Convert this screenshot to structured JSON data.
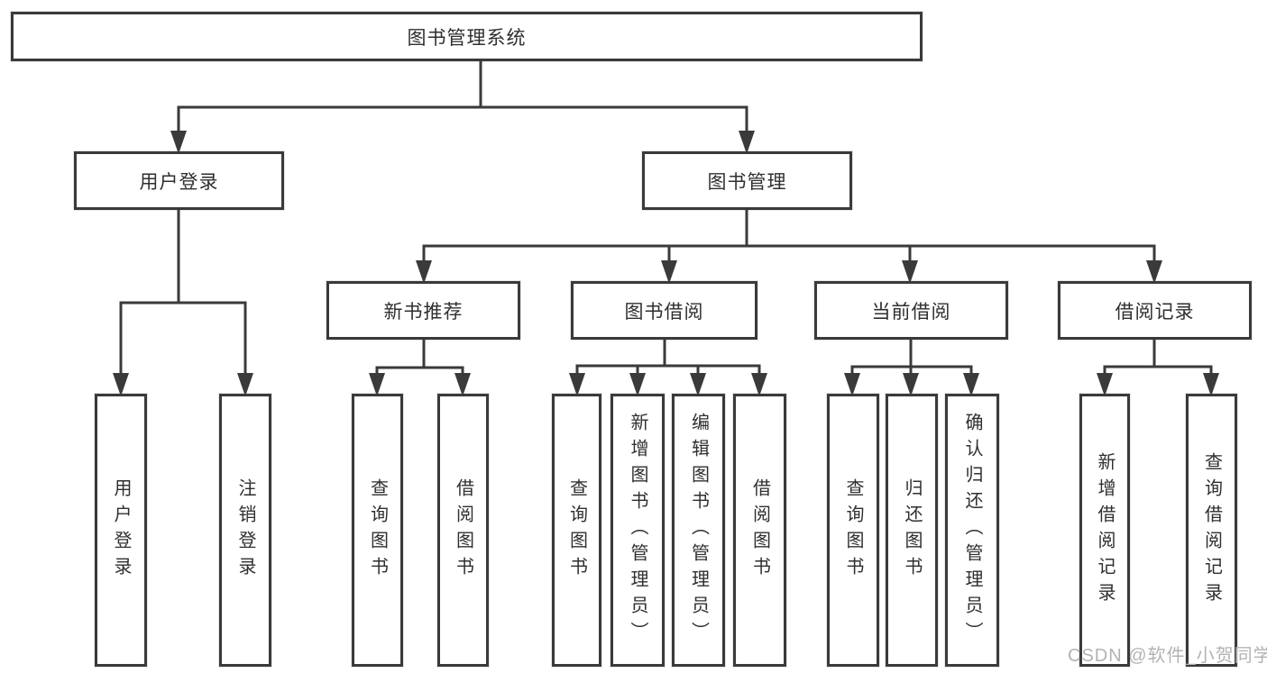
{
  "tree": {
    "root": {
      "label": "图书管理系统",
      "children": [
        {
          "label": "用户登录",
          "children": [
            {
              "label": "用户登录"
            },
            {
              "label": "注销登录"
            }
          ]
        },
        {
          "label": "图书管理",
          "children": [
            {
              "label": "新书推荐",
              "children": [
                {
                  "label": "查询图书"
                },
                {
                  "label": "借阅图书"
                }
              ]
            },
            {
              "label": "图书借阅",
              "children": [
                {
                  "label": "查询图书"
                },
                {
                  "label": "新增图书（管理员）"
                },
                {
                  "label": "编辑图书（管理员）"
                },
                {
                  "label": "借阅图书"
                }
              ]
            },
            {
              "label": "当前借阅",
              "children": [
                {
                  "label": "查询图书"
                },
                {
                  "label": "归还图书"
                },
                {
                  "label": "确认归还（管理员）"
                }
              ]
            },
            {
              "label": "借阅记录",
              "children": [
                {
                  "label": "新增借阅记录"
                },
                {
                  "label": "查询借阅记录"
                }
              ]
            }
          ]
        }
      ]
    }
  },
  "watermark": {
    "text": "CSDN @软件_小贺同学"
  },
  "colors": {
    "line": "#3a3a3a",
    "text": "#2f2f2f",
    "box_background": "#ffffff",
    "watermark": "#b3b3b3",
    "page_background": "#ffffff"
  }
}
